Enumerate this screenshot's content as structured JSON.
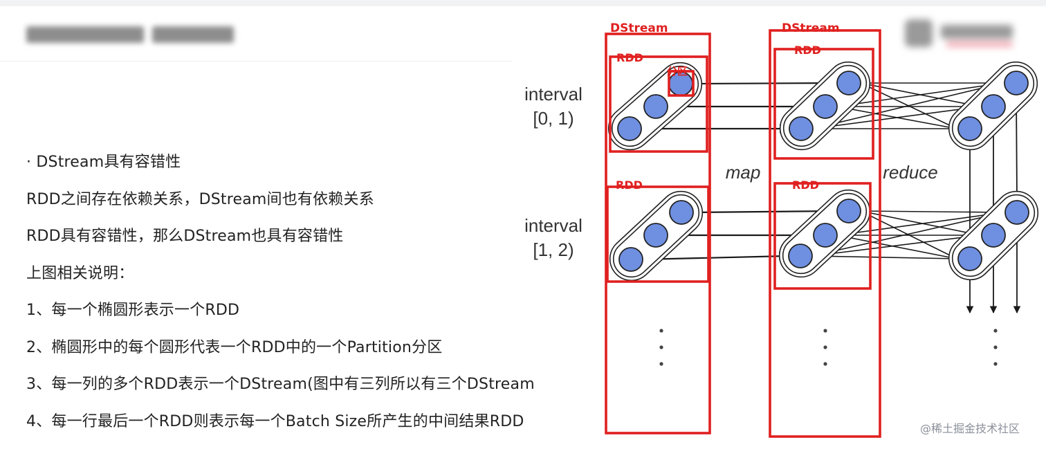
{
  "text_lines": [
    "· DStream具有容错性",
    "RDD之间存在依赖关系，DStream间也有依赖关系",
    "RDD具有容错性，那么DStream也具有容错性",
    "上图相关说明：",
    "1、每一个椭圆形表示一个RDD",
    "2、椭圆形中的每个圆形代表一个RDD中的一个Partition分区",
    "3、每一列的多个RDD表示一个DStream(图中有三列所以有三个DStream",
    "4、每一行最后一个RDD则表示每一个Batch Size所产生的中间结果RDD"
  ],
  "diagram": {
    "intervals": [
      {
        "label": "interval",
        "range": "[0, 1)"
      },
      {
        "label": "interval",
        "range": "[1, 2)"
      }
    ],
    "ops": {
      "first": "map",
      "second": "reduce"
    },
    "annotations": {
      "dstream1": "DStream",
      "dstream2": "DStream",
      "rdd_col1_row1": "RDD",
      "rdd_col1_row2": "RDD",
      "rdd_col2_row1": "RDD",
      "rdd_col2_row2": "RDD",
      "partition": "分区"
    },
    "colors": {
      "partition_fill": "#6f8fe0",
      "annotation": "#e02020",
      "edge": "#1a1a1a"
    }
  },
  "watermark": "@稀土掘金技术社区"
}
